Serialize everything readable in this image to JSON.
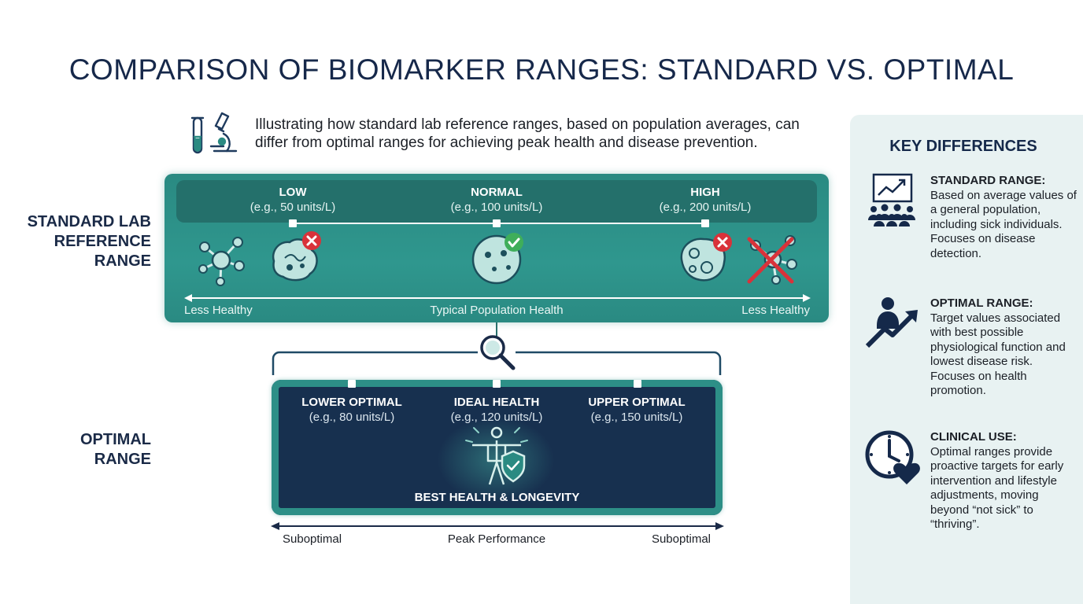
{
  "title": "COMPARISON OF BIOMARKER RANGES: STANDARD VS. OPTIMAL",
  "intro": {
    "line1": "Illustrating how standard lab reference ranges, based on population averages, can",
    "line2": "differ from optimal ranges for achieving peak health and disease prevention.",
    "icon": "lab-microscope-icon"
  },
  "standard": {
    "label_lines": [
      "STANDARD LAB",
      "REFERENCE",
      "RANGE"
    ],
    "markers": [
      {
        "title": "LOW",
        "example": "(e.g., 50 units/L)"
      },
      {
        "title": "NORMAL",
        "example": "(e.g., 100 units/L)"
      },
      {
        "title": "HIGH",
        "example": "(e.g., 200 units/L)"
      }
    ],
    "footer": {
      "left": "Less Healthy",
      "center": "Typical Population Health",
      "right": "Less Healthy"
    }
  },
  "optimal": {
    "label_lines": [
      "OPTIMAL",
      "RANGE"
    ],
    "markers": [
      {
        "title": "LOWER OPTIMAL",
        "example": "(e.g., 80 units/L)"
      },
      {
        "title": "IDEAL HEALTH",
        "example": "(e.g., 120 units/L)"
      },
      {
        "title": "UPPER OPTIMAL",
        "example": "(e.g., 150 units/L)"
      }
    ],
    "center_label": "BEST HEALTH & LONGEVITY",
    "footer": {
      "left": "Suboptimal",
      "center": "Peak Performance",
      "right": "Suboptimal"
    }
  },
  "key_differences": {
    "title": "KEY DIFFERENCES",
    "items": [
      {
        "heading": "STANDARD RANGE:",
        "body": "Based on average values of a general population, including sick individuals. Focuses on disease detection.",
        "icon": "population-chart-icon"
      },
      {
        "heading": "OPTIMAL RANGE:",
        "body": "Target values associated with best possible physiological function and lowest disease risk. Focuses on health promotion.",
        "icon": "person-growth-icon"
      },
      {
        "heading": "CLINICAL USE:",
        "body": "Optimal ranges provide proactive targets for early intervention and lifestyle adjustments, moving beyond “not sick” to “thriving”.",
        "icon": "clock-heart-icon"
      }
    ]
  },
  "colors": {
    "teal": "#2a8a82",
    "navy": "#17304f",
    "title_navy": "#16284a",
    "panel_bg": "#e8f2f2",
    "check_green": "#3fae5a",
    "cross_red": "#d9323a"
  }
}
